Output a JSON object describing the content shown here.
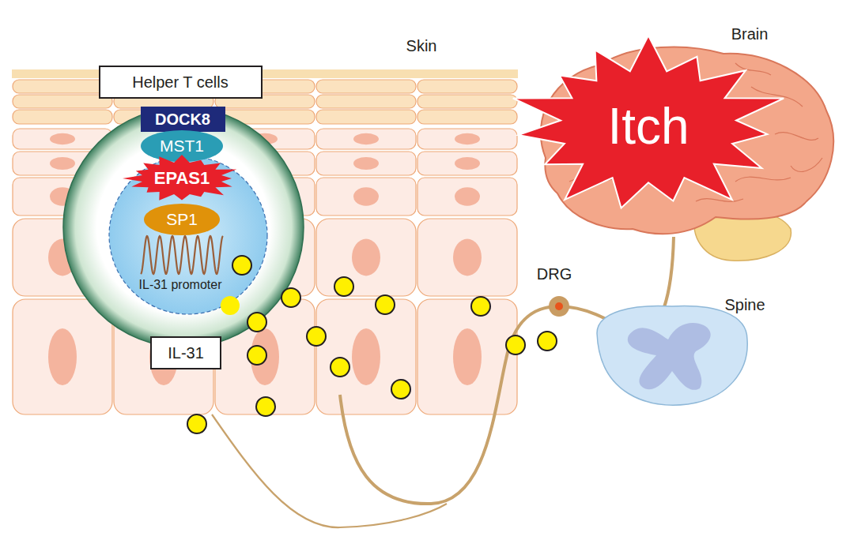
{
  "diagram": {
    "nodes": [
      {
        "text": [
          "Helper T cells"
        ]
      },
      {
        "text": [
          "DOCK8"
        ]
      },
      {
        "text": [
          "MST1"
        ]
      },
      {
        "text": [
          "EPAS1"
        ]
      },
      {
        "text": [
          "SP1"
        ]
      },
      {
        "text": [
          "IL-31"
        ]
      },
      {
        "text": [
          "Itch"
        ]
      }
    ],
    "labels": [
      "Skin",
      "Brain",
      "IL-31 promoter",
      "DRG",
      "Spine"
    ]
  }
}
